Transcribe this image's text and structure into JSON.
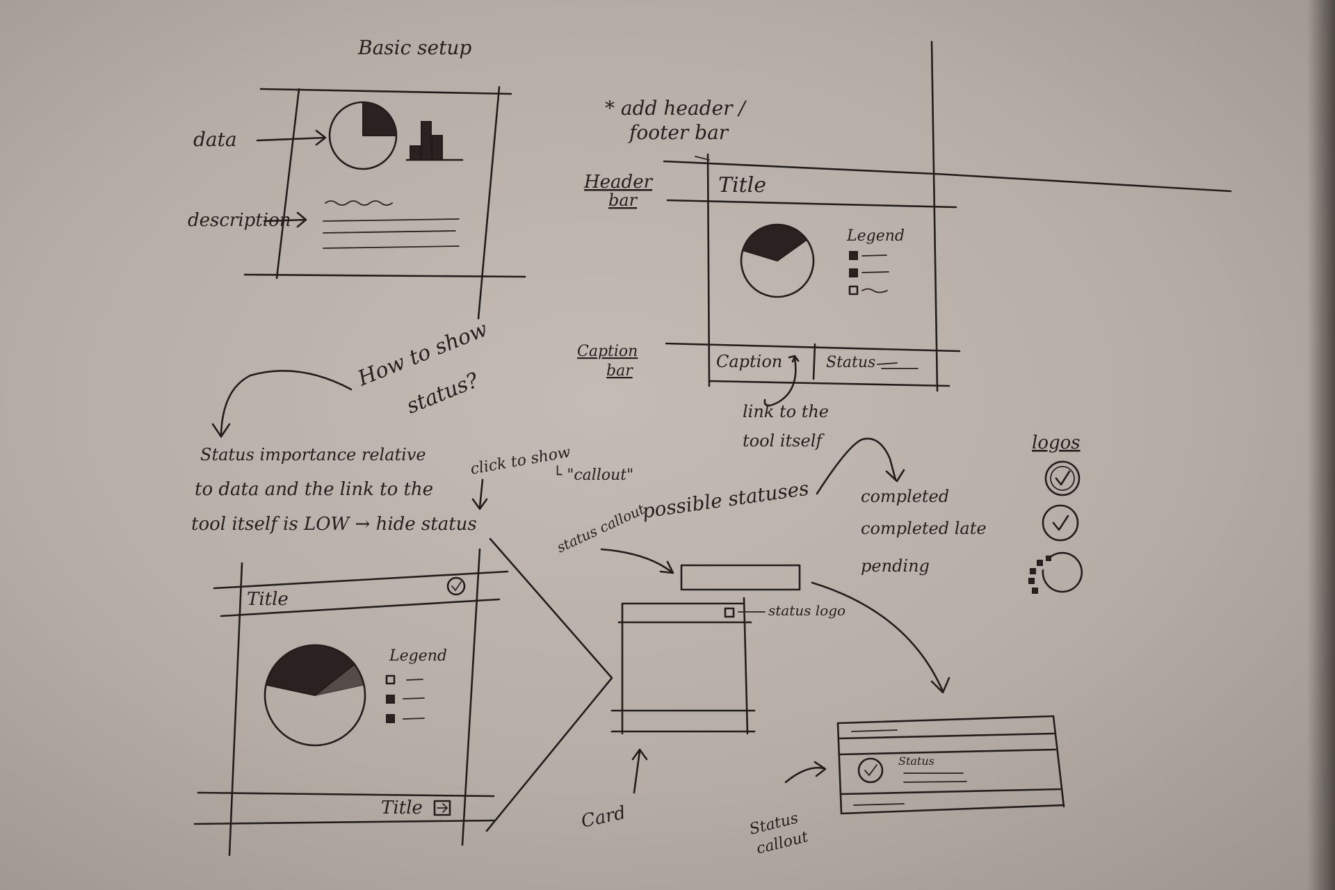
{
  "notes": {
    "basic_setup": "Basic setup",
    "data": "data",
    "description": "description",
    "add_header_footer_1": "* add header /",
    "add_header_footer_2": "footer bar",
    "header_bar_1": "Header",
    "header_bar_2": "bar",
    "caption_bar_1": "Caption",
    "caption_bar_2": "bar",
    "how_to_show_1": "How to show",
    "how_to_show_2": "status?",
    "importance_1": "Status importance relative",
    "importance_2": "to data and the link to the",
    "importance_3": "tool itself is LOW → hide status",
    "click_to_show": "click to show",
    "callout_quote": "└ \"callout\"",
    "possible_statuses": "possible statuses",
    "status_callout_arrow": "status callout",
    "status_logo": "status logo",
    "card": "Card",
    "status_callout_label_1": "Status",
    "status_callout_label_2": "callout",
    "link_tool_1": "link to the",
    "link_tool_2": "tool itself",
    "statuses": [
      "completed",
      "completed late",
      "pending"
    ],
    "logos": "logos"
  },
  "mockup_header_footer": {
    "title": "Title",
    "legend": "Legend",
    "caption": "Caption",
    "status": "Status"
  },
  "mockup_hidden_status": {
    "title": "Title",
    "legend": "Legend",
    "footer_title": "Title"
  },
  "status_callout_box": {
    "status": "Status"
  },
  "colors": {
    "paper": "#c4bcb4",
    "ink": "#221c1a"
  },
  "icons": [
    "check-circle-icon",
    "check-circle-icon",
    "pending-spinner-icon",
    "arrow-box-icon"
  ]
}
